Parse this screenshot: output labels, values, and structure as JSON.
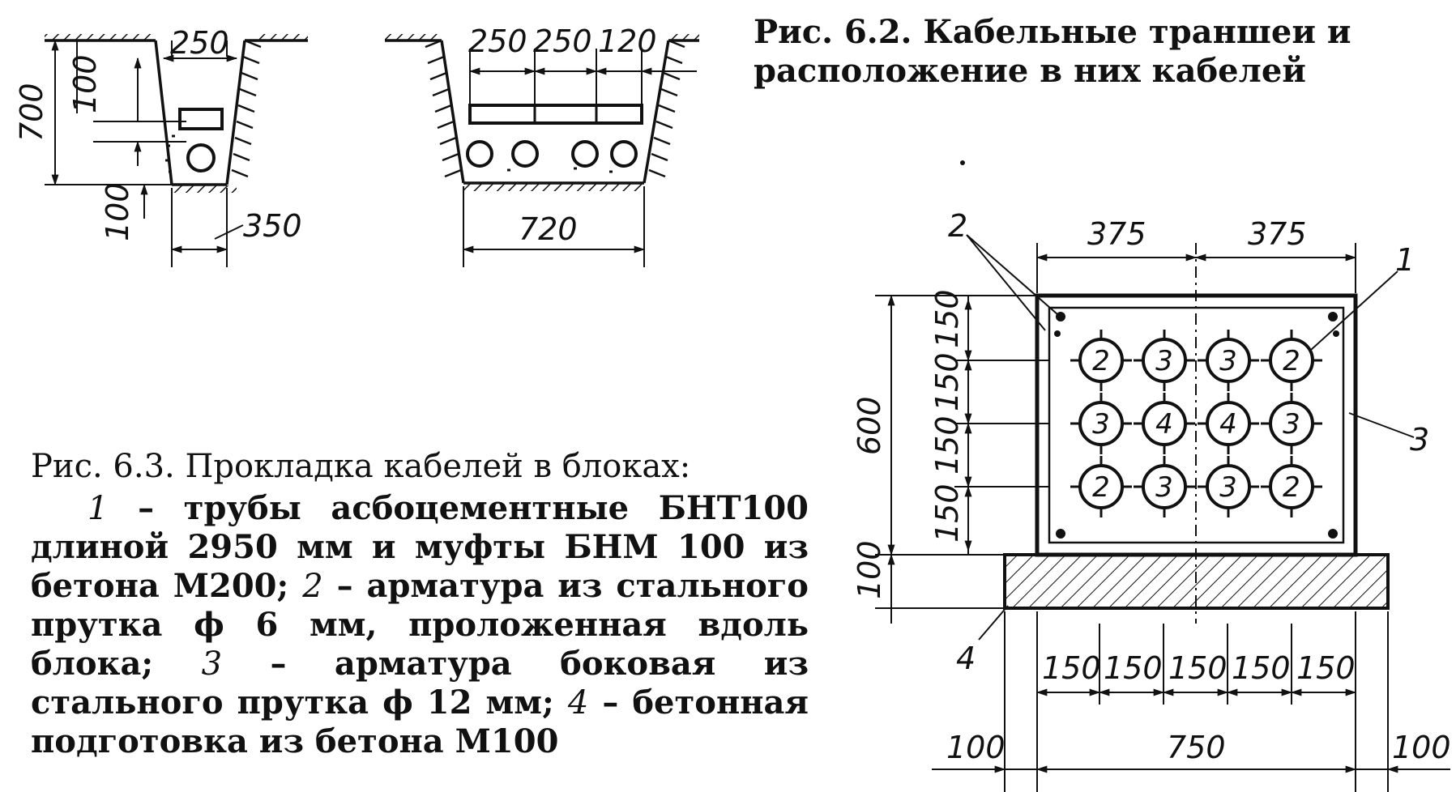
{
  "fig62": {
    "caption": "Рис. 6.2. Кабельные траншеи и расположение в них кабелей",
    "trench1": {
      "dims": {
        "top_width": "250",
        "depth": "700",
        "upper_gap": "100",
        "bottom_gap": "100",
        "bottom_width": "350"
      }
    },
    "trench2": {
      "dims": {
        "top_1": "250",
        "top_2": "250",
        "top_3": "120",
        "bottom_width": "720"
      }
    }
  },
  "fig63": {
    "caption_title": "Рис. 6.3. Прокладка кабелей в блоках:",
    "legend": [
      {
        "num": "1",
        "text": "– трубы асбоцементные БНТ100 длиной 2950 мм и муфты БНМ 100 из бетона М200;"
      },
      {
        "num": "2",
        "text": "– арматура из стального прутка ϕ 6 мм, проложенная вдоль блока;"
      },
      {
        "num": "3",
        "text": "– арматура боковая из стального прутка ϕ 12 мм;"
      },
      {
        "num": "4",
        "text": "– бетонная подготовка из бетона М100"
      }
    ],
    "callouts": {
      "c1": "1",
      "c2": "2",
      "c3": "3",
      "c4": "4"
    },
    "dims": {
      "top_left": "375",
      "top_right": "375",
      "height_total": "600",
      "row_1": "150",
      "row_2": "150",
      "row_3": "150",
      "row_4": "150",
      "base_height": "100",
      "bottom_1": "150",
      "bottom_2": "150",
      "bottom_3": "150",
      "bottom_4": "150",
      "bottom_5": "150",
      "overall_left": "100",
      "overall_mid": "750",
      "overall_right": "100"
    },
    "pipe_rows": [
      [
        "2",
        "3",
        "3",
        "2"
      ],
      [
        "3",
        "4",
        "4",
        "3"
      ],
      [
        "2",
        "3",
        "3",
        "2"
      ]
    ]
  }
}
